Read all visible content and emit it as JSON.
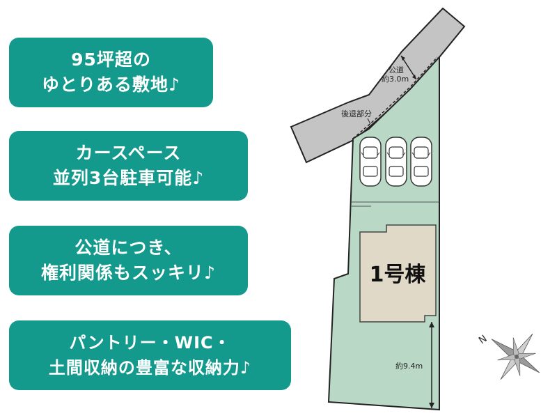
{
  "features": [
    {
      "line1": "95坪超の",
      "line2": "ゆとりある敷地♪"
    },
    {
      "line1": "カースペース",
      "line2": "並列3台駐車可能♪"
    },
    {
      "line1": "公道につき、",
      "line2": "権利関係もスッキリ♪"
    },
    {
      "line1": "パントリー・WIC・",
      "line2": "土間収納の豊富な収納力♪"
    }
  ],
  "siteplan": {
    "road_label_line1": "公道",
    "road_label_line2": "約3.0m",
    "setback_label": "後退部分",
    "building_label": "1号棟",
    "depth_label": "約9.4m",
    "colors": {
      "lot": "#b9d8c6",
      "road": "#c4c4c4",
      "building": "#e0d9c7",
      "pill": "#149a8c"
    }
  },
  "compass": {
    "north_letter": "N"
  }
}
